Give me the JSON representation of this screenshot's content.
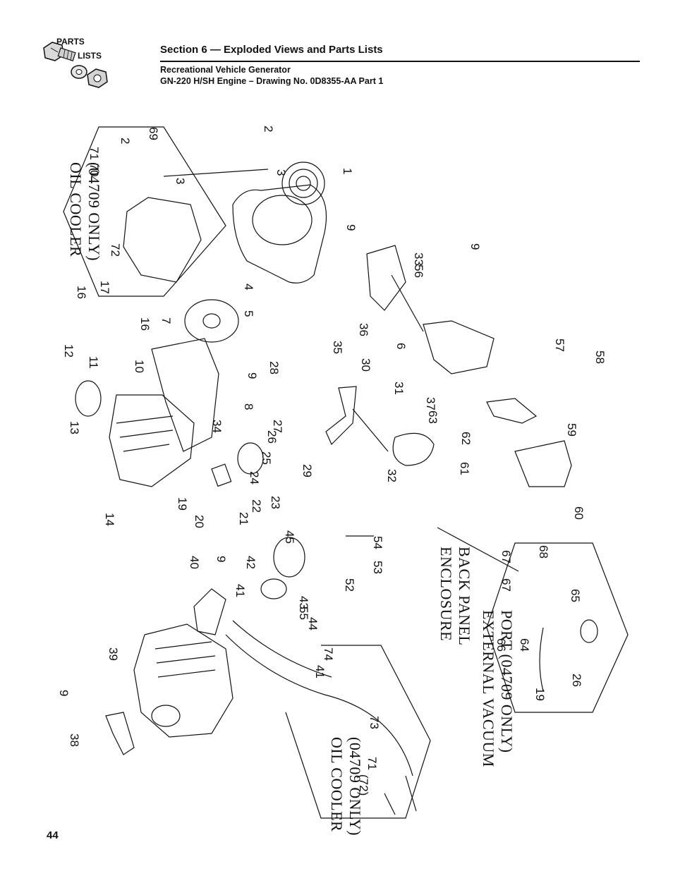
{
  "header": {
    "logo_top": "PARTS",
    "logo_bottom": "LISTS",
    "section_title": "Section 6 — Exploded Views and Parts Lists",
    "subtitle_1": "Recreational Vehicle Generator",
    "subtitle_2": "GN-220 H/SH Engine – Drawing No. 0D8355-AA Part 1"
  },
  "page_number": "44",
  "diagram": {
    "titles": {
      "oil_cooler_top_1": "OIL COOLER",
      "oil_cooler_top_2": "(04709 ONLY)",
      "enclosure_1": "ENCLOSURE",
      "enclosure_2": "BACK PANEL",
      "vacuum_1": "EXTERNAL VACUUM",
      "vacuum_2": "PORT (04709 ONLY)",
      "oil_cooler_bottom_1": "OIL COOLER",
      "oil_cooler_bottom_2": "(04709 ONLY)"
    },
    "callouts": [
      "69",
      "2",
      "71 70",
      "3",
      "72",
      "2",
      "1",
      "3",
      "16",
      "17",
      "16",
      "4",
      "5",
      "7",
      "12",
      "11",
      "10",
      "13",
      "9",
      "8",
      "28",
      "14",
      "19",
      "20",
      "21",
      "22",
      "23",
      "24",
      "25",
      "26",
      "27",
      "34",
      "9",
      "33",
      "36",
      "35",
      "56",
      "9",
      "6",
      "37",
      "63",
      "57",
      "58",
      "30",
      "31",
      "29",
      "32",
      "62",
      "61",
      "59",
      "60",
      "40",
      "9",
      "42",
      "41",
      "45",
      "43",
      "44",
      "55",
      "54",
      "53",
      "52",
      "67",
      "68",
      "67",
      "66",
      "64",
      "65",
      "19",
      "26",
      "39",
      "9",
      "38",
      "41",
      "74",
      "73",
      "(72)",
      "71"
    ]
  }
}
